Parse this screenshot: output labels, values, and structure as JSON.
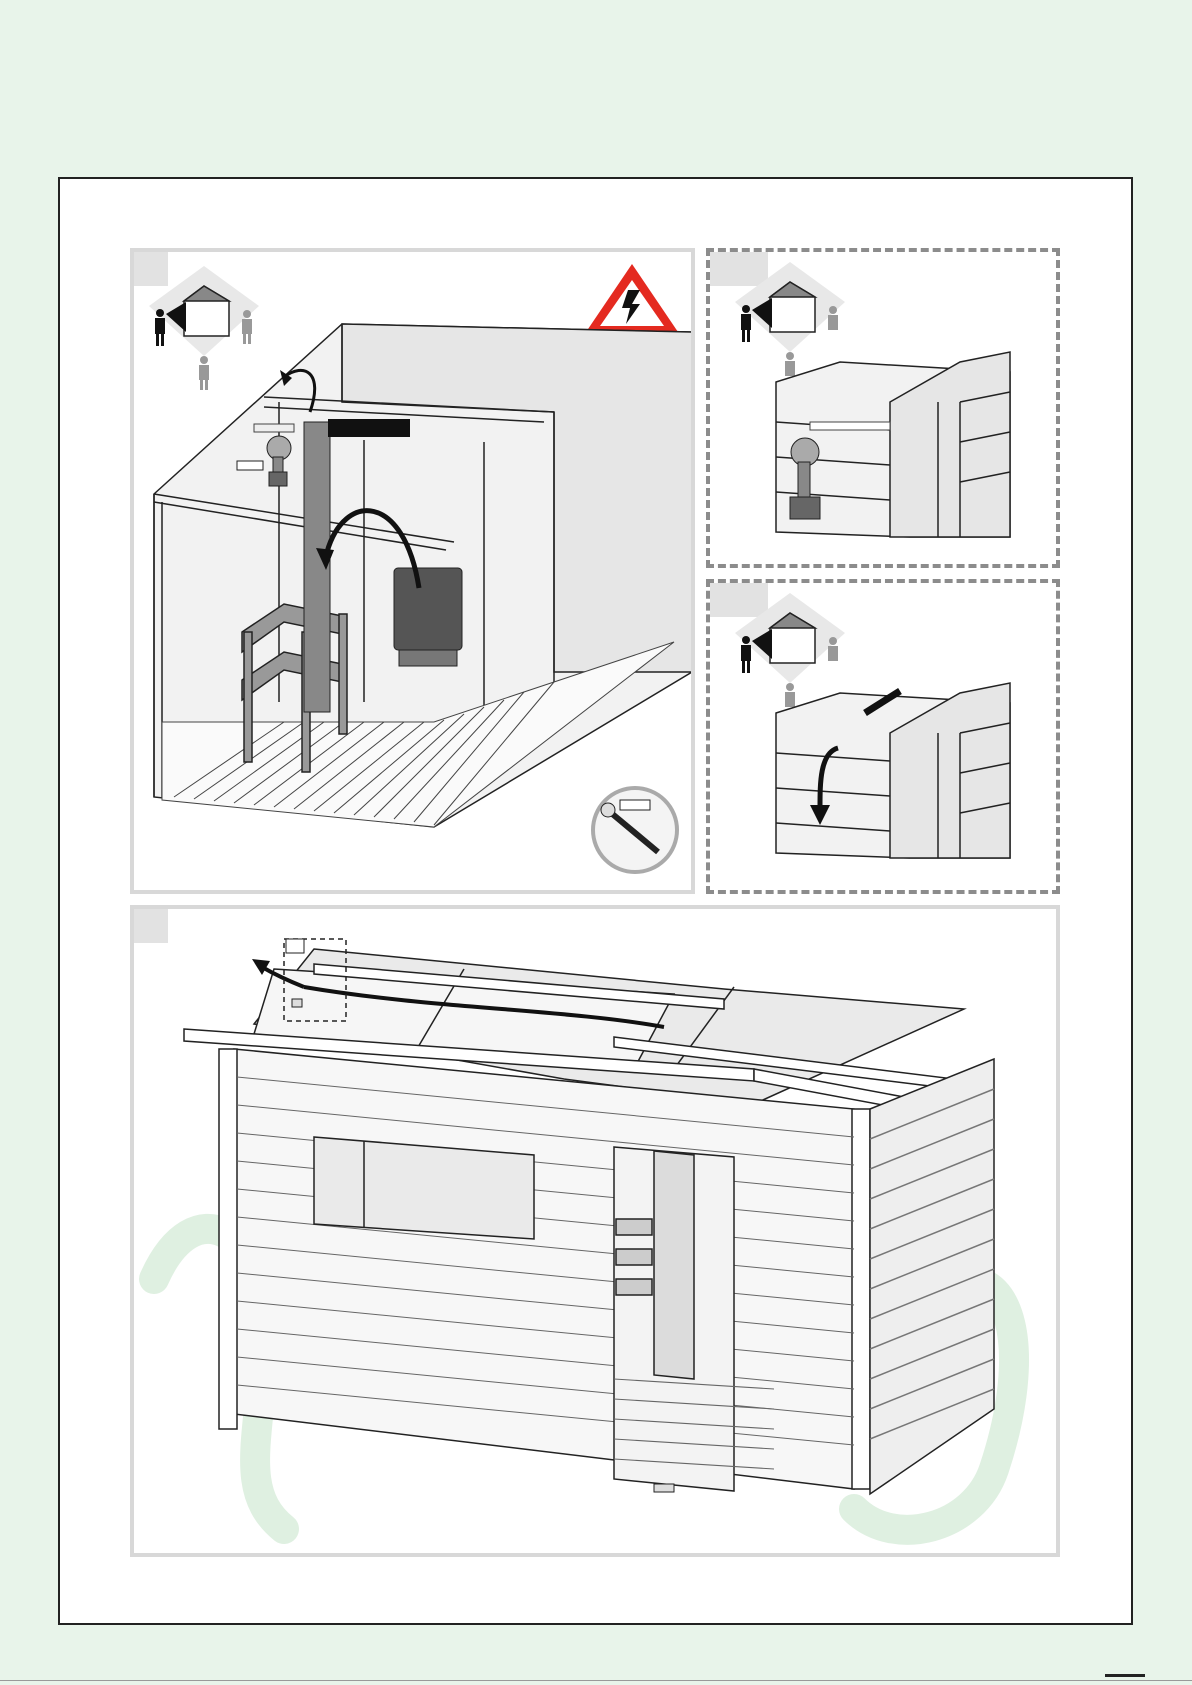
{
  "document": {
    "kind": "assembly-instruction-sheet",
    "colors": {
      "background": "#e8f4ea",
      "panel_border": "#d8d8d8",
      "dashed_border": "#8c8c8c",
      "warning_red": "#e42a20",
      "ink": "#111111",
      "watermark": "#dff0e1"
    },
    "panels": [
      {
        "id": "interior-heater-step",
        "border": "solid",
        "icons": [
          "viewpoint-house-icon",
          "electric-warning-icon",
          "screw-detail-icon",
          "drill-icon"
        ]
      },
      {
        "id": "drill-wall-step",
        "border": "dashed",
        "icons": [
          "viewpoint-house-icon",
          "drill-icon"
        ]
      },
      {
        "id": "cable-route-step",
        "border": "dashed",
        "icons": [
          "viewpoint-house-icon",
          "cable-arrow-icon"
        ]
      },
      {
        "id": "exterior-cable-step",
        "border": "solid",
        "icons": [
          "cable-arrow-icon",
          "detail-callout-icon"
        ]
      }
    ]
  }
}
